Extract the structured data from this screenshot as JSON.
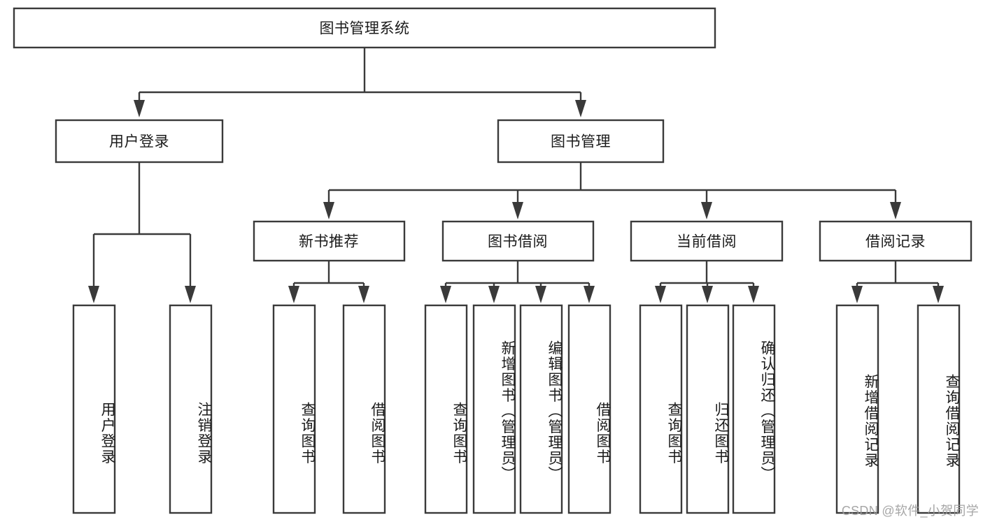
{
  "diagram": {
    "type": "tree-hierarchy",
    "title": "图书管理系统",
    "orientation": "top-down",
    "watermark": "CSDN @软件_小贺同学",
    "colors": {
      "box_fill": "#ffffff",
      "box_stroke": "#3a3a3a",
      "connector": "#3a3a3a",
      "text": "#1b1b1b",
      "watermark": "#9a9a9a",
      "background": "#ffffff"
    },
    "root": {
      "label": "图书管理系统"
    },
    "level1": [
      {
        "label": "用户登录"
      },
      {
        "label": "图书管理"
      }
    ],
    "level2": [
      {
        "label": "新书推荐"
      },
      {
        "label": "图书借阅"
      },
      {
        "label": "当前借阅"
      },
      {
        "label": "借阅记录"
      }
    ],
    "leaves": {
      "user_login": [
        {
          "label": "用户登录"
        },
        {
          "label": "注销登录"
        }
      ],
      "new_book_recommend": [
        {
          "label": "查询图书"
        },
        {
          "label": "借阅图书"
        }
      ],
      "book_borrow": [
        {
          "label": "查询图书"
        },
        {
          "label": "新增图书（管理员）"
        },
        {
          "label": "编辑图书（管理员）"
        },
        {
          "label": "借阅图书"
        }
      ],
      "current_borrow": [
        {
          "label": "查询图书"
        },
        {
          "label": "归还图书"
        },
        {
          "label": "确认归还（管理员）"
        }
      ],
      "borrow_record": [
        {
          "label": "新增借阅记录"
        },
        {
          "label": "查询借阅记录"
        }
      ]
    }
  }
}
